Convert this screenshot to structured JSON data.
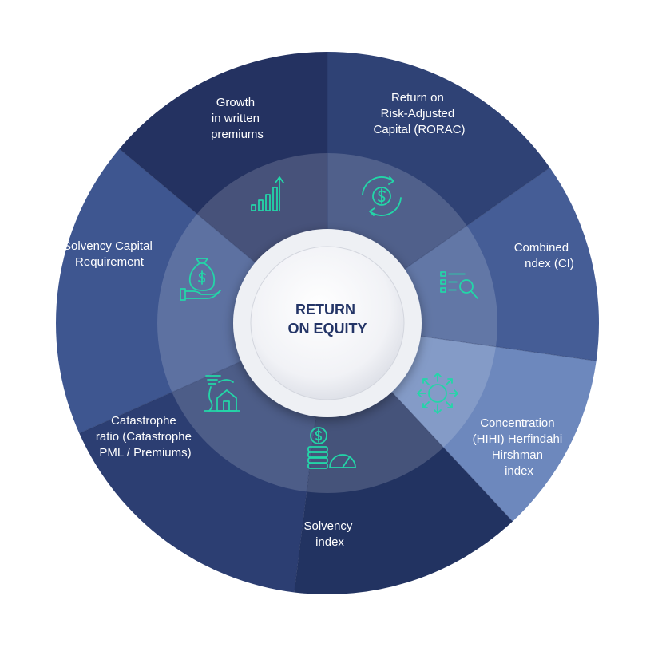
{
  "center": {
    "title": [
      "RETURN",
      "ON EQUITY"
    ]
  },
  "colors": {
    "accent": "#23d6a8",
    "center_text": "#243567"
  },
  "segments": [
    {
      "id": "growth",
      "label": [
        "Growth",
        "in written",
        "premiums"
      ],
      "icon": "growth-chart-icon",
      "color": "#243261"
    },
    {
      "id": "rorac",
      "label": [
        "Return on",
        "Risk-Adjusted",
        "Capital (RORAC)"
      ],
      "icon": "dollar-cycle-icon",
      "color": "#2f4275"
    },
    {
      "id": "combined",
      "label": [
        "Combined",
        "ndex (CI)"
      ],
      "icon": "list-search-icon",
      "color": "#455d96"
    },
    {
      "id": "concentration",
      "label": [
        "Concentration",
        "(HIHI) Herfindahi",
        "Hirshman",
        "index"
      ],
      "icon": "sun-arrows-icon",
      "color": "#6d88bd"
    },
    {
      "id": "solvency-index",
      "label": [
        "Solvency",
        "index"
      ],
      "icon": "coins-gauge-icon",
      "color": "#223361"
    },
    {
      "id": "catastrophe",
      "label": [
        "Catastrophe",
        "ratio (Catastrophe",
        "PML / Premiums)"
      ],
      "icon": "disaster-house-icon",
      "color": "#2c3e72"
    },
    {
      "id": "scr",
      "label": [
        "Solvency Capital",
        "Requirement"
      ],
      "icon": "money-bag-hand-icon",
      "color": "#3e5690"
    }
  ]
}
